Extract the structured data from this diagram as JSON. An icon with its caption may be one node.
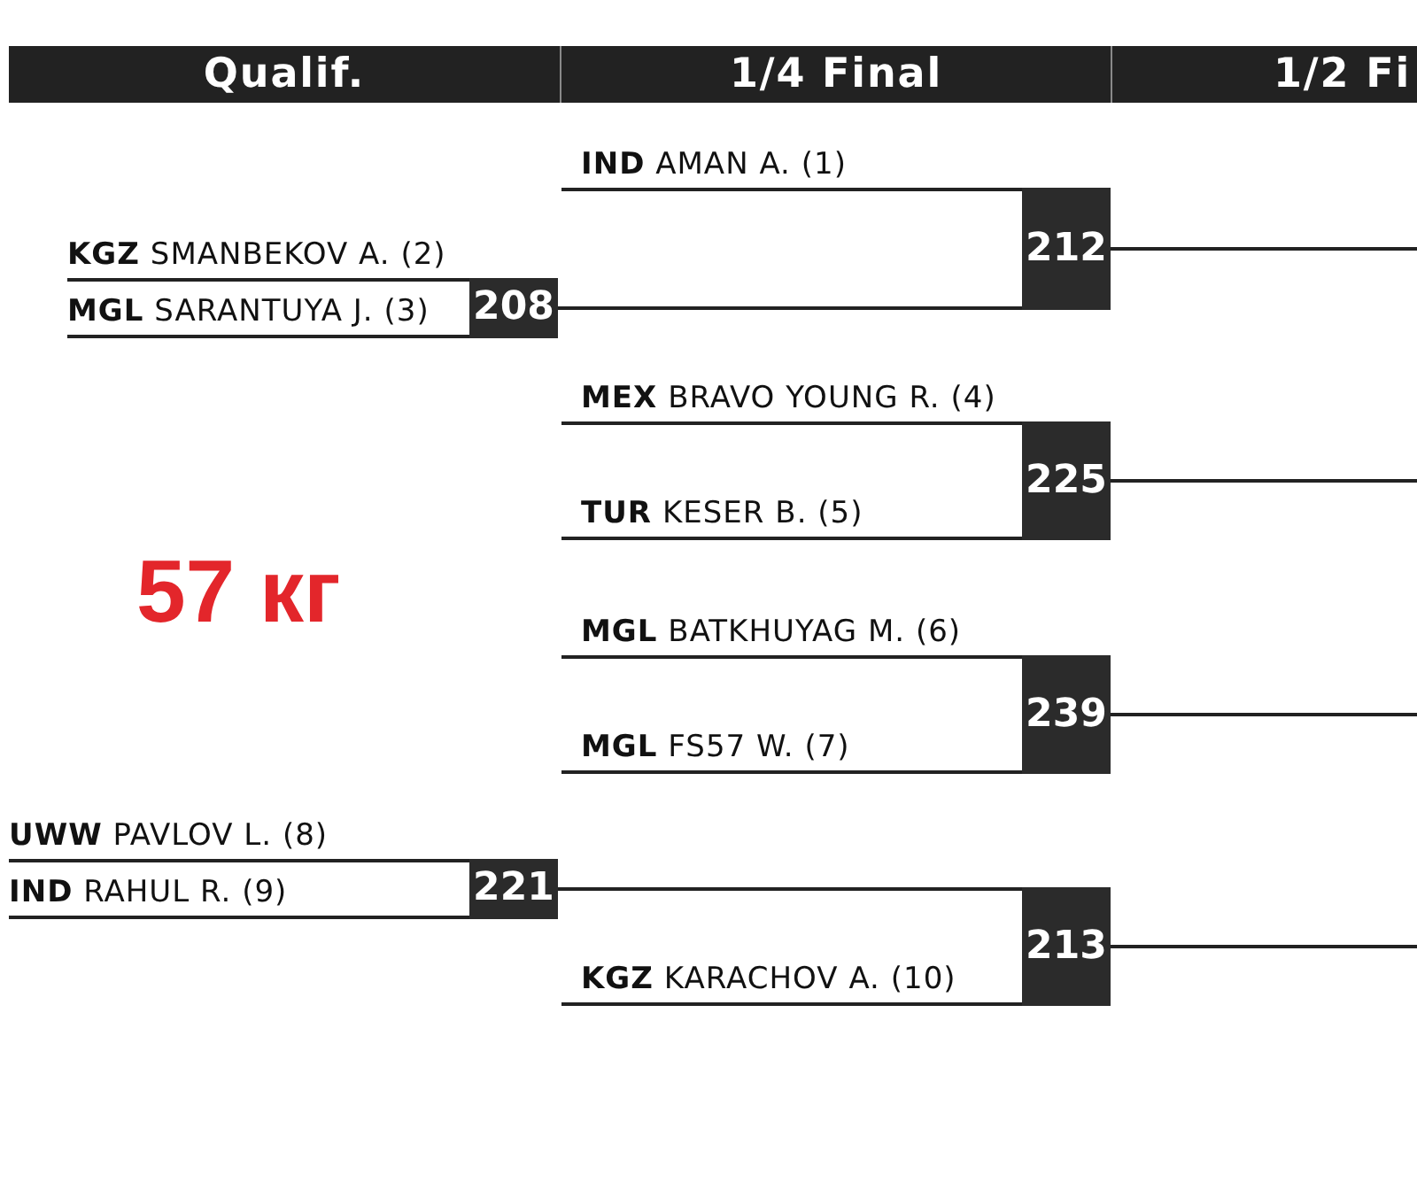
{
  "diagram": {
    "nodes": [
      {
        "text": [
          "Qualif."
        ]
      },
      {
        "text": [
          "1/4 Final"
        ]
      },
      {
        "text": [
          "1/2 Fi"
        ]
      },
      {
        "text": [
          "**IND** AMAN A. (1)"
        ]
      },
      {
        "text": [
          "212"
        ]
      },
      {
        "text": [
          "**KGZ** SMANBEKOV A. (2)"
        ]
      },
      {
        "text": [
          "**MGL** SARANTUYA J. (3)"
        ]
      },
      {
        "text": [
          "208"
        ]
      },
      {
        "text": [
          "**MEX** BRAVO YOUNG R. (4)"
        ]
      },
      {
        "text": [
          "225"
        ]
      },
      {
        "text": [
          "**TUR** KESER B. (5)"
        ]
      },
      {
        "text": [
          "**MGL** BATKHUYAG M. (6)"
        ]
      },
      {
        "text": [
          "239"
        ]
      },
      {
        "text": [
          "**MGL** FS57 W. (7)"
        ]
      },
      {
        "text": [
          "**UWW** PAVLOV L. (8)"
        ]
      },
      {
        "text": [
          "**IND** RAHUL R. (9)"
        ]
      },
      {
        "text": [
          "221"
        ]
      },
      {
        "text": [
          "213"
        ]
      },
      {
        "text": [
          "**KGZ** KARACHOV A. (10)"
        ]
      }
    ],
    "edges": [
      {
        "from": 7,
        "to": 4,
        "arrow": "none"
      },
      {
        "from": 16,
        "to": 17,
        "arrow": "none"
      },
      {
        "from": 4,
        "to": null,
        "arrow": "none"
      },
      {
        "from": 9,
        "to": null,
        "arrow": "none"
      },
      {
        "from": 12,
        "to": null,
        "arrow": "none"
      },
      {
        "from": 17,
        "to": null,
        "arrow": "none"
      }
    ],
    "labels": [
      "57 кг"
    ]
  }
}
